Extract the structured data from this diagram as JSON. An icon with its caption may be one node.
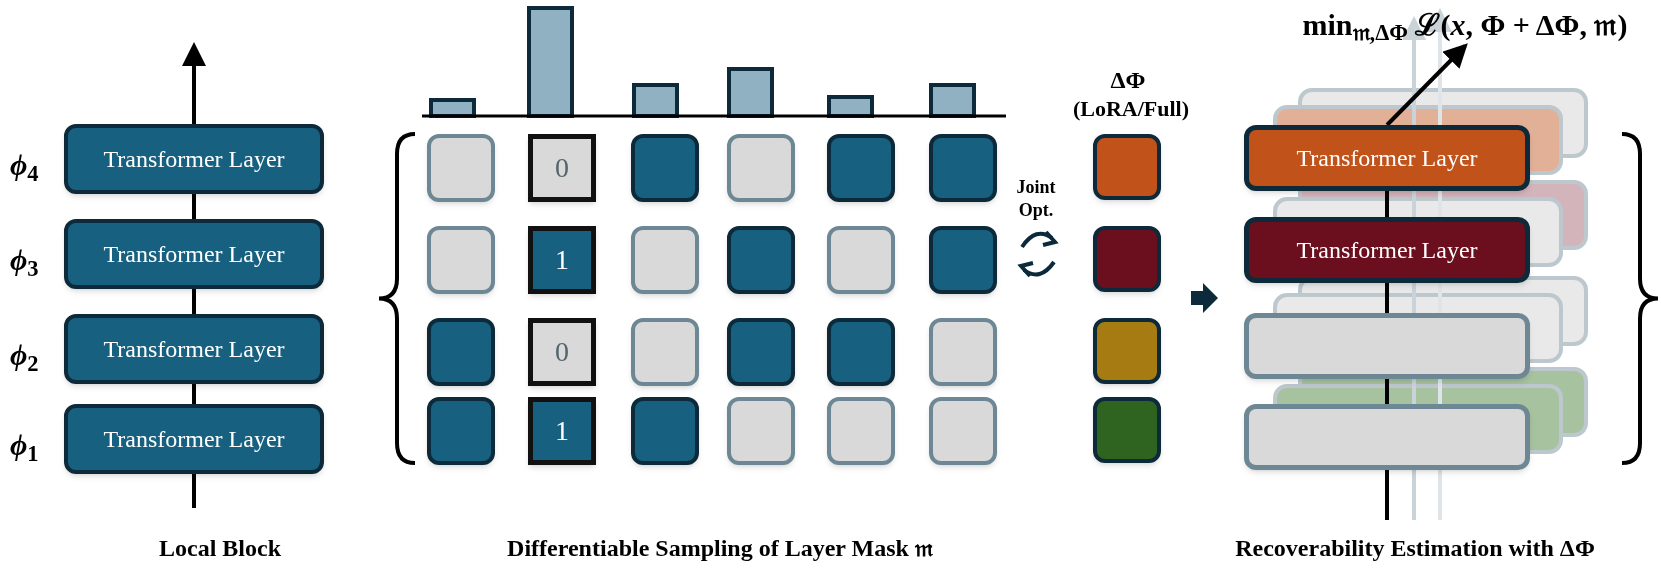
{
  "diagram": {
    "nodes": [
      {
        "text": [
          "Transformer Layer"
        ],
        "beside": [
          "*ϕ*$_{4}$"
        ]
      },
      {
        "text": [
          "Transformer Layer"
        ],
        "beside": [
          "*ϕ*$_{3}$"
        ]
      },
      {
        "text": [
          "Transformer Layer"
        ],
        "beside": [
          "*ϕ*$_{2}$"
        ]
      },
      {
        "text": [
          "Transformer Layer"
        ],
        "beside": [
          "*ϕ*$_{1}$"
        ]
      },
      {
        "text": [],
        "shape": "box"
      },
      {
        "text": [
          "0"
        ]
      },
      {
        "text": [],
        "shape": "box"
      },
      {
        "text": [],
        "shape": "box"
      },
      {
        "text": [],
        "shape": "box"
      },
      {
        "text": [],
        "shape": "box"
      },
      {
        "text": [],
        "shape": "box"
      },
      {
        "text": [
          "1"
        ]
      },
      {
        "text": [],
        "shape": "box"
      },
      {
        "text": [],
        "shape": "box"
      },
      {
        "text": [],
        "shape": "box"
      },
      {
        "text": [],
        "shape": "box"
      },
      {
        "text": [],
        "shape": "box"
      },
      {
        "text": [
          "0"
        ]
      },
      {
        "text": [],
        "shape": "box"
      },
      {
        "text": [],
        "shape": "box"
      },
      {
        "text": [],
        "shape": "box"
      },
      {
        "text": [],
        "shape": "box"
      },
      {
        "text": [],
        "shape": "box"
      },
      {
        "text": [
          "1"
        ]
      },
      {
        "text": [],
        "shape": "box"
      },
      {
        "text": [],
        "shape": "box"
      },
      {
        "text": [],
        "shape": "box"
      },
      {
        "text": [],
        "shape": "box"
      },
      {
        "text": [],
        "shape": "box"
      },
      {
        "text": [],
        "shape": "box"
      },
      {
        "text": [],
        "shape": "box"
      },
      {
        "text": [],
        "shape": "box"
      },
      {
        "text": [
          "Transformer Layer"
        ]
      },
      {
        "text": [
          "Transformer Layer"
        ]
      },
      {
        "text": [],
        "shape": "box"
      },
      {
        "text": [],
        "shape": "box"
      },
      {
        "text": [
          "min$_{𝔪,ΔΦ}$ ℒ(*x*, Φ + ΔΦ, 𝔪)"
        ]
      }
    ],
    "edges": [
      {
        "from": null,
        "to": 3,
        "arrow": "none"
      },
      {
        "from": 3,
        "to": 2,
        "arrow": "none"
      },
      {
        "from": 2,
        "to": 1,
        "arrow": "none"
      },
      {
        "from": 1,
        "to": 0,
        "arrow": "none"
      },
      {
        "from": 0,
        "to": null,
        "arrow": "to"
      },
      {
        "from": null,
        "to": 35,
        "arrow": "none"
      },
      {
        "from": 35,
        "to": 34,
        "arrow": "none"
      },
      {
        "from": 34,
        "to": 33,
        "arrow": "none"
      },
      {
        "from": 33,
        "to": 32,
        "arrow": "none"
      },
      {
        "from": 32,
        "to": 36,
        "arrow": "to"
      }
    ],
    "labels": [
      "ΔΦ",
      "(LoRA/Full)",
      "Joint Opt.",
      "Local Block",
      "Differentiable Sampling of Layer Mask 𝔪",
      "Recoverability Estimation with ΔΦ"
    ]
  }
}
